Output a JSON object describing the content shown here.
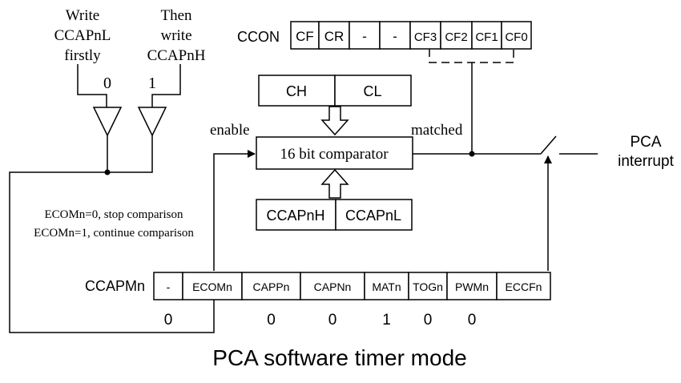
{
  "labels": {
    "write_low": [
      "Write",
      "CCAPnL",
      "firstly"
    ],
    "write_high": [
      "Then",
      "write",
      "CCAPnH"
    ],
    "buf0_value": "0",
    "buf1_value": "1",
    "enable": "enable",
    "matched": "matched",
    "ecomn_note": [
      "ECOMn=0, stop comparison",
      "ECOMn=1, continue comparison"
    ],
    "pca_interrupt": [
      "PCA",
      "interrupt"
    ],
    "caption": "PCA software timer mode"
  },
  "ccon": {
    "name": "CCON",
    "bits": [
      "CF",
      "CR",
      "-",
      "-",
      "CF3",
      "CF2",
      "CF1",
      "CF0"
    ]
  },
  "counter": {
    "high": "CH",
    "low": "CL"
  },
  "comparator": "16 bit comparator",
  "capture": {
    "high": "CCAPnH",
    "low": "CCAPnL"
  },
  "ccapmn": {
    "name": "CCAPMn",
    "bits": [
      "-",
      "ECOMn",
      "CAPPn",
      "CAPNn",
      "MATn",
      "TOGn",
      "PWMn",
      "ECCFn"
    ],
    "values": [
      "0",
      "",
      "0",
      "0",
      "1",
      "0",
      "0",
      ""
    ]
  }
}
